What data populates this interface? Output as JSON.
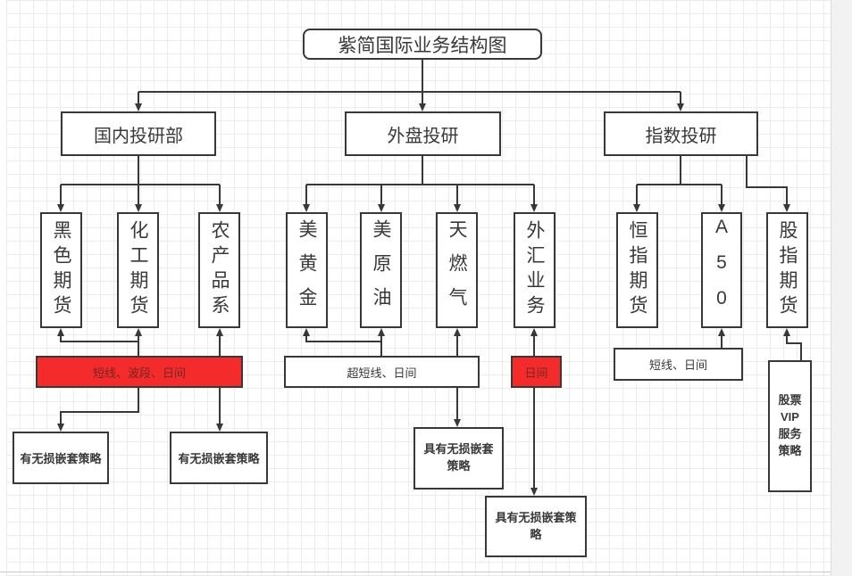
{
  "colors": {
    "line": "#383838",
    "red_fill": "#f32b2b",
    "red_text": "#7a2424",
    "grid": "#ececec"
  },
  "diagram": {
    "title": "紫简国际业务结构图",
    "departments": {
      "domestic": "国内投研部",
      "foreign": "外盘投研",
      "index": "指数投研"
    },
    "products": {
      "black_futures": "黑色期货",
      "chemical_futures": "化工期货",
      "agricultural": "农产品系",
      "us_gold": "美黄金",
      "us_crude_oil": "美原油",
      "natural_gas": "天燃气",
      "forex": "外汇业务",
      "hang_seng_futures": "恒指期货",
      "a50": "A50",
      "stock_index_futures": "股指期货"
    },
    "trading_modes": {
      "swing": "短线、波段、日间",
      "ultra_short": "超短线、日间",
      "intraday": "日间",
      "short": "短线、日间"
    },
    "strategies": {
      "nested_left1": "有无损嵌套策略",
      "nested_left2": "有无损嵌套策略",
      "nested_mid1": "具有无损嵌套\n策略",
      "nested_mid2": "具有无损嵌套策\n略",
      "stock_vip": "股票\nVIP\n服务\n策略"
    }
  }
}
